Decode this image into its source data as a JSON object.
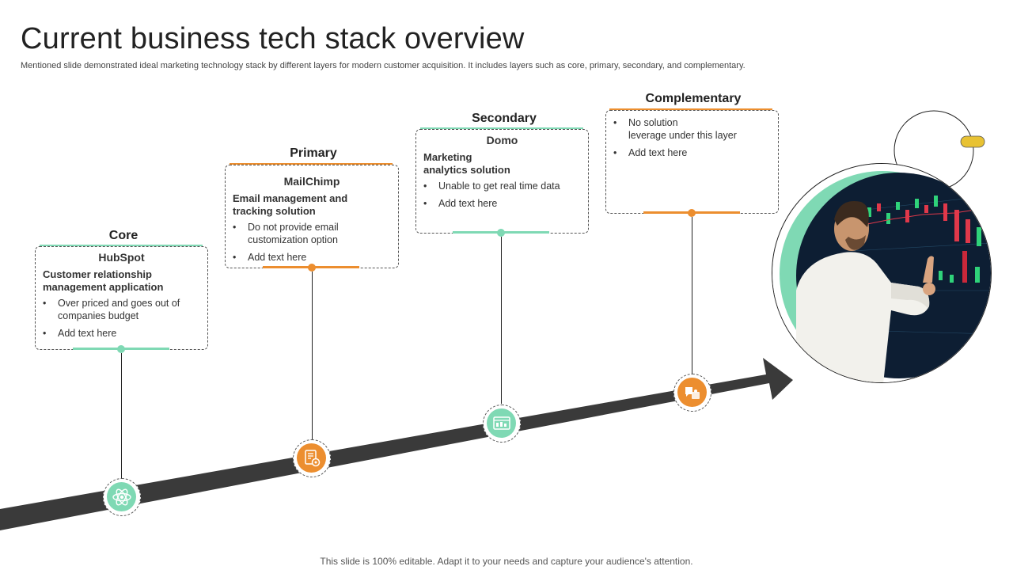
{
  "page": {
    "title": "Current business tech stack overview",
    "subtitle": "Mentioned slide demonstrated ideal marketing technology stack by different layers for modern customer acquisition. It includes layers such as core, primary, secondary, and complementary.",
    "footer": "This slide is 100% editable. Adapt it to your needs and capture your audience's attention."
  },
  "colors": {
    "green": "#7fd9b4",
    "orange": "#ec8e2f",
    "arrow": "#3a3a3a",
    "accent": "#e8c233"
  },
  "stages": [
    {
      "label": "Core",
      "product": "HubSpot",
      "desc": [
        "Customer relationship",
        "management application"
      ],
      "bullets": [
        [
          "Over priced and goes out of",
          "companies budget"
        ],
        [
          "Add text here"
        ]
      ],
      "color": "green",
      "icon": "atom-icon"
    },
    {
      "label": "Primary",
      "product": "MailChimp",
      "desc": [
        "Email management and",
        "tracking solution"
      ],
      "bullets": [
        [
          "Do not provide  email",
          "customization option"
        ],
        [
          "Add text here"
        ]
      ],
      "color": "orange",
      "icon": "document-gear-icon"
    },
    {
      "label": "Secondary",
      "product": "Domo",
      "desc": [
        "Marketing",
        "analytics solution"
      ],
      "bullets": [
        [
          "Unable  to get real time data"
        ],
        [
          "Add text here"
        ]
      ],
      "color": "green",
      "icon": "dashboard-icon"
    },
    {
      "label": "Complementary",
      "product": "",
      "desc": [],
      "bullets": [
        [
          "No solution",
          "leverage  under  this layer"
        ],
        [
          "Add text here"
        ]
      ],
      "color": "orange",
      "icon": "puzzle-chat-icon"
    }
  ]
}
